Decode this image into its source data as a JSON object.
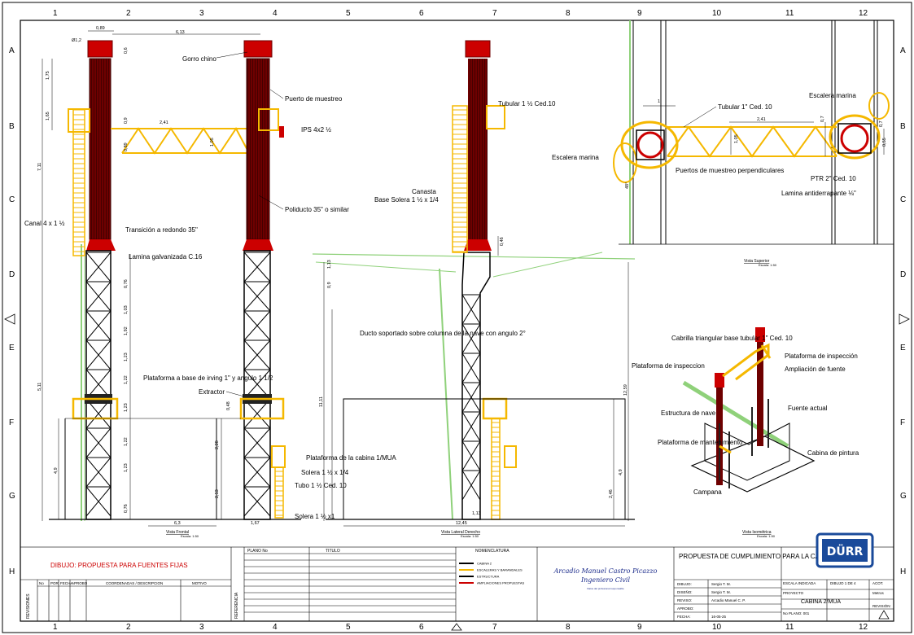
{
  "grid": {
    "cols": [
      "1",
      "2",
      "3",
      "4",
      "5",
      "6",
      "7",
      "8",
      "9",
      "10",
      "11",
      "12"
    ],
    "rows": [
      "A",
      "B",
      "C",
      "D",
      "E",
      "F",
      "G",
      "H"
    ]
  },
  "front_view": {
    "dims": [
      "0,89",
      "Ø1,2",
      "0,6",
      "1,75",
      "1,65",
      "7,11",
      "0,9",
      "2,41",
      "1,05",
      "0,89",
      "0,76",
      "1,03",
      "1,92",
      "1,23",
      "1,22",
      "5,11",
      "1,23",
      "1,22",
      "1,23",
      "0,76",
      "4,9",
      "6,3",
      "0,48",
      "2,28",
      "2,53",
      "1,67",
      "6,13"
    ],
    "labels": {
      "gorro": "Gorro chino",
      "puerto": "Puerto de muestreo",
      "ips": "IPS 4x2 ½",
      "canal": "Canal 4 x 1 ½",
      "transicion": "Transición a redondo 35\"",
      "poliducto": "Poliducto 35\"  o similar",
      "lamina": "Lamina galvanizada C.16",
      "plataforma_base": "Plataforma a base de irving 1\" y angulo 1 1/2",
      "extractor": "Extractor",
      "plataforma_cabina": "Plataforma de la cabina 1/MUA",
      "solera14": "Solera 1 ½ x 1/4",
      "tubo": "Tubo 1 ½ Ced. 10",
      "solera": "Solera 1 ½ x1"
    },
    "caption": "Vista Frontal",
    "caption_scale": "Escala: 1:50"
  },
  "side_view": {
    "dims": [
      "0,46",
      "1,13",
      "0,9",
      "12,45",
      "12,59",
      "11,11",
      "2,46",
      "4,9",
      "1,13"
    ],
    "labels": {
      "tubular": "Tubular 1 ½ Ced.10",
      "canasta": "Canasta",
      "base_solera": "Base Solera 1 ½ x 1/4",
      "ducto": "Ducto soportado sobre columna de la nave con angulo 2°"
    },
    "caption": "Vista Lateral Derecho",
    "caption_scale": "Escala: 1:50"
  },
  "top_view": {
    "dims": [
      "1",
      "2,41",
      "0,7",
      "0,7",
      "1,05",
      "0,55",
      "48°"
    ],
    "labels": {
      "tubular": "Tubular 1\" Ced. 10",
      "escalera_marina_r": "Escalera marina",
      "escalera_marina_l": "Escalera marina",
      "puertos": "Puertos de muestreo perpendiculares",
      "ptr": "PTR 2\" Ced. 10",
      "lamina": "Lamina antiderrapante ⅛\""
    },
    "caption": "Vista Superior",
    "caption_scale": "Escala: 1:50"
  },
  "iso_view": {
    "labels": {
      "cabrilla": "Cabrilla triangular base tubular 1\" Ced. 10",
      "plat_insp_r": "Plataforma de inspección",
      "plat_insp_l": "Plataforma de inspeccion",
      "ampliacion": "Ampliación de fuente",
      "estructura": "Estructura de nave",
      "fuente": "Fuente actual",
      "plat_mant": "Plataforma de mantenimiento",
      "cabina": "Cabina de pintura",
      "campana": "Campana"
    },
    "caption": "Vista Isométrica",
    "caption_scale": "Escala: 1:50"
  },
  "title_block": {
    "drawing_title": "DIBUJO:  PROPUESTA PARA FUENTES FIJAS",
    "revisiones": "REVISIONES",
    "rev_headers": [
      "No",
      "POR",
      "FECHA",
      "APROBO",
      "COORDENADAS / DESCRIPCION",
      "MOTIVO"
    ],
    "referencia": "REFERENCIA",
    "plano_no": "PLANO No",
    "titulo": "TITULO",
    "nomenclatura": "NOMENCLATURA",
    "legend": [
      {
        "label": "CABINA 2",
        "color": "#000000"
      },
      {
        "label": "ESCALERAS Y BARANDALES",
        "color": "#f5b800"
      },
      {
        "label": "ESTRUCTURA",
        "color": "#000000"
      },
      {
        "label": "AMPLIACIONES PROPUESTAS",
        "color": "#cc0000"
      }
    ],
    "engineer_name": "Arcadio Manuel Castro Picazzo",
    "engineer_title": "Ingeniero Civil",
    "engineer_small": "Datos del profesional responsable",
    "project_title": "PROPUESTA DE CUMPLIMIENTO PARA LA CABINA 2/MUA",
    "rows": [
      {
        "k": "DIBUJO:",
        "v": "Sergio T. M."
      },
      {
        "k": "DISEÑO:",
        "v": "Sergio T. M."
      },
      {
        "k": "REVISO:",
        "v": "Arcadio Manuel C. P."
      },
      {
        "k": "APROBO:",
        "v": ""
      },
      {
        "k": "FECHA:",
        "v": "16-05-25"
      }
    ],
    "escala": "ESCALA INDICADA",
    "dibujo_de": "DIBUJO 1 DE 4",
    "acot": "ACOT.",
    "metros": "Metros",
    "proyecto": "PROYECTO",
    "proyecto_val": "CABINA 2/MUA",
    "plano": "No PLANO: 001",
    "revision": "REVISIÓN:",
    "logo": "DÜRR"
  },
  "colors": {
    "red": "#cc0000",
    "darkred": "#6e0000",
    "yellow": "#f5b800",
    "green": "#8fd17a"
  }
}
